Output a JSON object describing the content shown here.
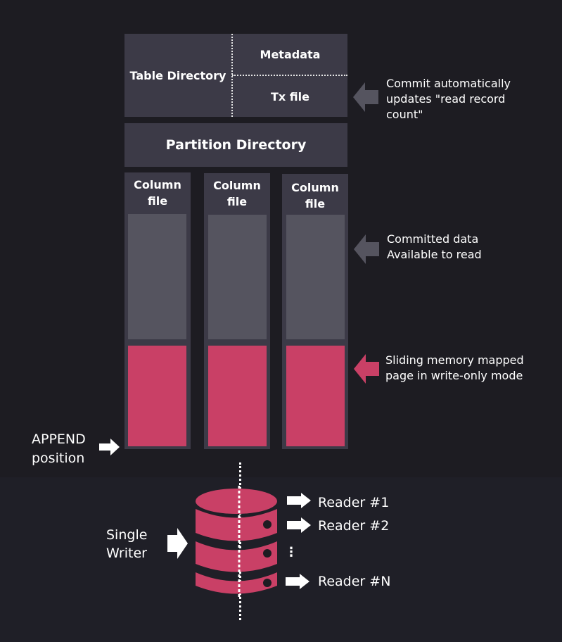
{
  "colors": {
    "background": "#1d1c22",
    "box": "#3c3a47",
    "committed": "#55545f",
    "accent": "#c94066",
    "text": "#ffffff"
  },
  "table_directory": {
    "label": "Table Directory",
    "metadata": "Metadata",
    "tx_file": "Tx file"
  },
  "partition_directory": {
    "label": "Partition Directory"
  },
  "columns": [
    {
      "title_line1": "Column",
      "title_line2": "file"
    },
    {
      "title_line1": "Column",
      "title_line2": "file"
    },
    {
      "title_line1": "Column",
      "title_line2": "file"
    }
  ],
  "notes": {
    "commit": [
      "Commit automatically",
      "updates \"read record",
      "count\""
    ],
    "committed": [
      "Committed data",
      "Available to read"
    ],
    "sliding": [
      "Sliding memory mapped",
      "page in write-only mode"
    ],
    "append": [
      "APPEND",
      "position"
    ]
  },
  "writer": {
    "line1": "Single",
    "line2": "Writer"
  },
  "readers": [
    "Reader #1",
    "Reader #2",
    "Reader #N"
  ],
  "ellipsis": "⋮"
}
